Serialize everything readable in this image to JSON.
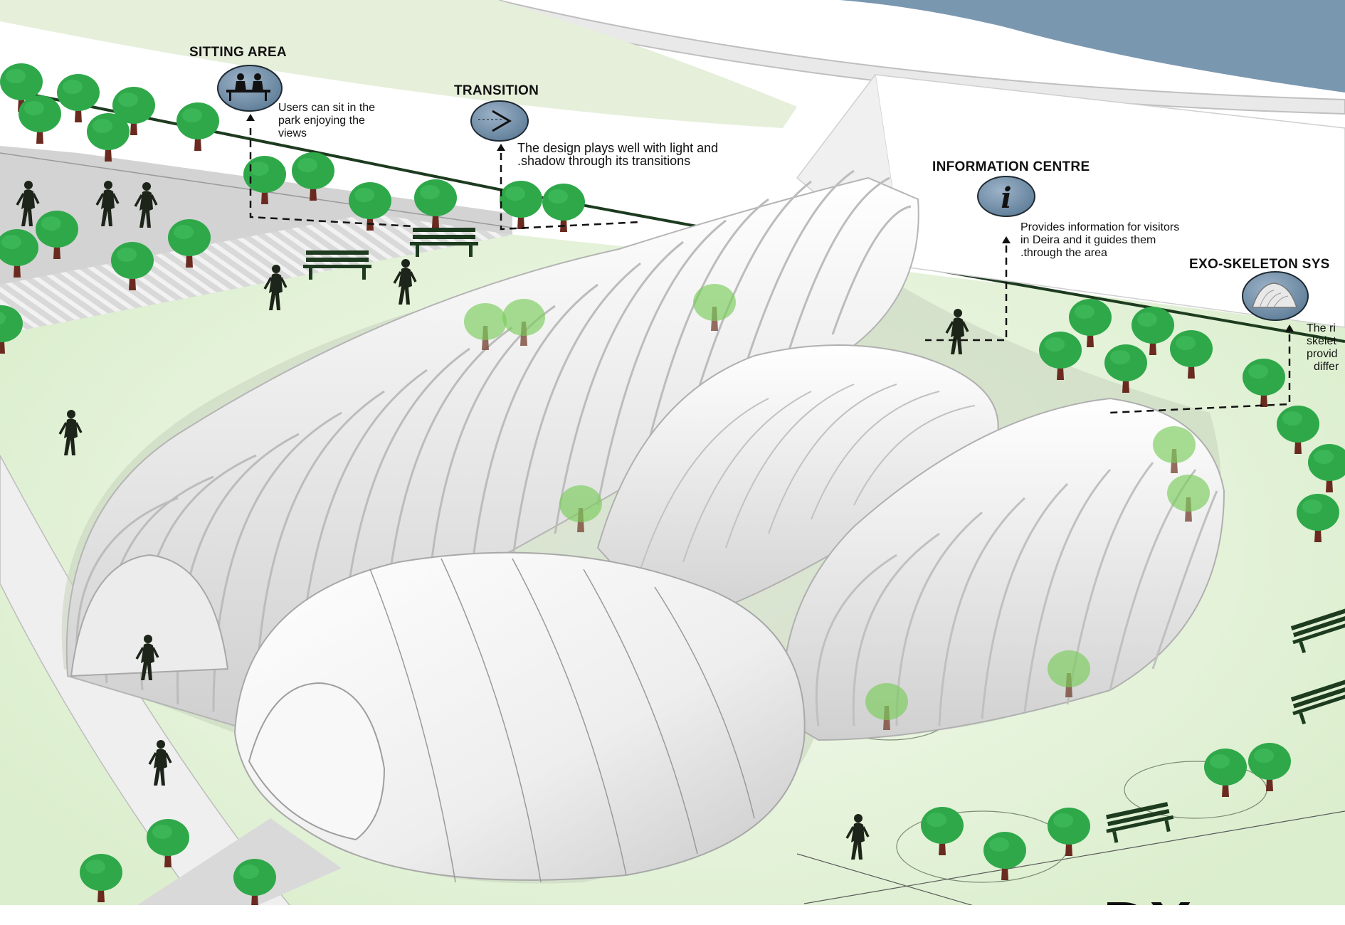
{
  "annotations": {
    "sitting_area": {
      "title": "SITTING AREA",
      "desc": [
        "Users can sit in the",
        "park enjoying the",
        "views"
      ],
      "icon": "bench-people-icon"
    },
    "transition": {
      "title": "TRANSITION",
      "desc": [
        "The design plays well with light and",
        ".shadow through its transitions"
      ],
      "icon": "arrow-chevron-icon"
    },
    "information_centre": {
      "title": "INFORMATION CENTRE",
      "desc": [
        "Provides information for visitors",
        "in Deira and it guides them",
        ".through the area"
      ],
      "icon": "info-icon"
    },
    "exo_skeleton": {
      "title": "EXO-SKELETON SYS",
      "desc": [
        "The ri",
        "skelet",
        "provid",
        "differ"
      ],
      "icon": "exo-skeleton-icon"
    }
  },
  "bottom_text": "DX",
  "colors": {
    "lawn": "#e3f1d8",
    "paving": "#d6d6d6",
    "structure": "#f4f4f4",
    "rib_shade": "#c9c9c9",
    "tree_foliage": "#2fa84a",
    "tree_trunk": "#6b2a1f",
    "icon_fill": "#7b93ab",
    "water": "#7a97b0"
  }
}
